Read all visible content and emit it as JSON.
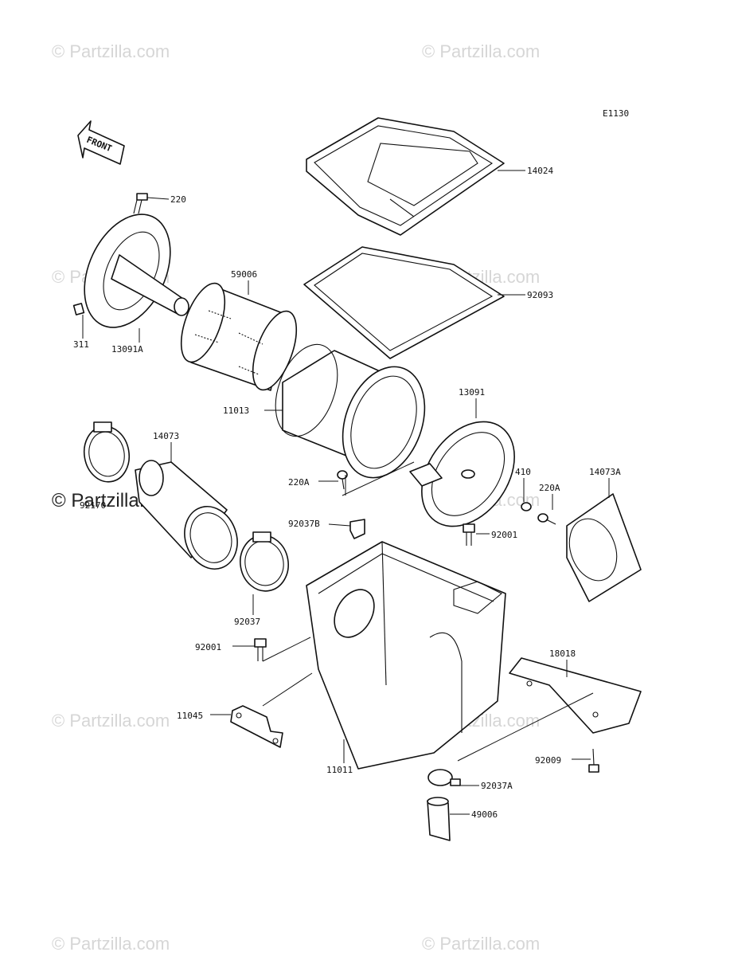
{
  "figure_code": "E1130",
  "front_label": "FRONT",
  "watermark": "© Partzilla.com",
  "callouts": [
    {
      "id": "14024",
      "label": "14024"
    },
    {
      "id": "220",
      "label": "220"
    },
    {
      "id": "59006",
      "label": "59006"
    },
    {
      "id": "92093",
      "label": "92093"
    },
    {
      "id": "311",
      "label": "311"
    },
    {
      "id": "13091A",
      "label": "13091A"
    },
    {
      "id": "11013",
      "label": "11013"
    },
    {
      "id": "13091",
      "label": "13091"
    },
    {
      "id": "14073",
      "label": "14073"
    },
    {
      "id": "92170",
      "label": "92170"
    },
    {
      "id": "220A-left",
      "label": "220A"
    },
    {
      "id": "410",
      "label": "410"
    },
    {
      "id": "220A-right",
      "label": "220A"
    },
    {
      "id": "14073A",
      "label": "14073A"
    },
    {
      "id": "92037B",
      "label": "92037B"
    },
    {
      "id": "92001-top",
      "label": "92001"
    },
    {
      "id": "92037",
      "label": "92037"
    },
    {
      "id": "92001-left",
      "label": "92001"
    },
    {
      "id": "18018",
      "label": "18018"
    },
    {
      "id": "11045",
      "label": "11045"
    },
    {
      "id": "11011",
      "label": "11011"
    },
    {
      "id": "92009",
      "label": "92009"
    },
    {
      "id": "92037A",
      "label": "92037A"
    },
    {
      "id": "49006",
      "label": "49006"
    }
  ]
}
